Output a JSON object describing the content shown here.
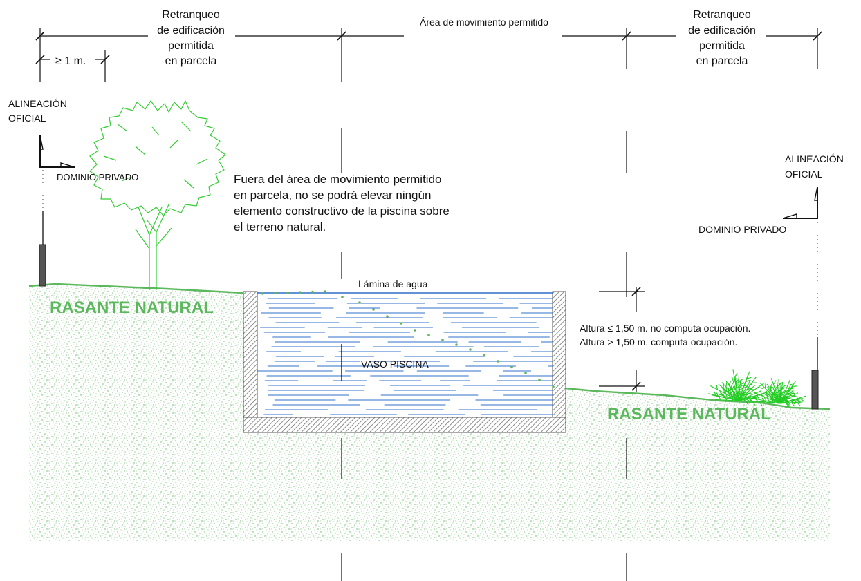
{
  "colors": {
    "ground_green": "#5cb85c",
    "tree_green": "#33cc33",
    "shrub_green": "#22cc22",
    "water_blue": "#2f6fc8",
    "wall_gray": "#777777",
    "post_gray": "#555555",
    "ink": "#111111"
  },
  "labels": {
    "setback_left": [
      "Retranqueo",
      "de edificación",
      "permitida",
      "en parcela"
    ],
    "setback_right": [
      "Retranqueo",
      "de edificación",
      "permitida",
      "en parcela"
    ],
    "allowed_area": "Área de movimiento permitido",
    "min_distance": "≥ 1 m.",
    "alignment_left": [
      "ALINEACIÓN",
      "OFICIAL"
    ],
    "alignment_right": [
      "ALINEACIÓN",
      "OFICIAL"
    ],
    "private_left": "DOMINIO PRIVADO",
    "private_right": "DOMINIO PRIVADO",
    "note": [
      "Fuera del área de movimiento permitido",
      "en parcela, no se podrá elevar ningún",
      "elemento constructivo de la piscina sobre",
      "el terreno natural."
    ],
    "water_surface": "Lámina de agua",
    "pool": "VASO PISCINA",
    "height_rule_1": "Altura  ≤  1,50 m. no computa ocupación.",
    "height_rule_2": "Altura  >  1,50 m. computa ocupación.",
    "ground_left": "RASANTE NATURAL",
    "ground_right": "RASANTE NATURAL"
  },
  "icons": [
    "tree-icon",
    "shrub-icon",
    "alignment-arrow-icon",
    "boundary-post-icon"
  ]
}
